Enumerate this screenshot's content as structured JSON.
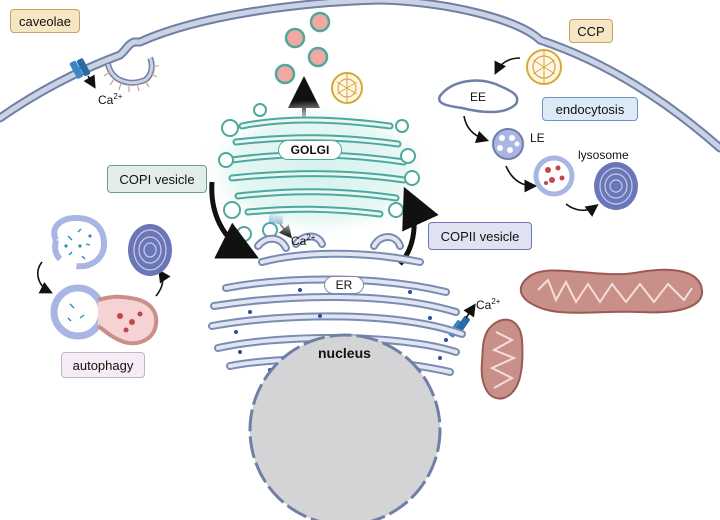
{
  "labels": {
    "caveolae": "caveolae",
    "ccp": "CCP",
    "endocytosis": "endocytosis",
    "ee": "EE",
    "le": "LE",
    "lysosome": "lysosome",
    "golgi": "GOLGI",
    "copi": "COPI vesicle",
    "copii": "COPII vesicle",
    "er": "ER",
    "nucleus": "nucleus",
    "autophagy": "autophagy",
    "ca_base": "Ca",
    "ca_sup": "2+"
  },
  "colors": {
    "membrane_fill": "#c9d3e4",
    "membrane_stroke": "#6f7fa6",
    "golgi_glow": "#d8f3ef",
    "golgi_stroke": "#4fa89d",
    "er_fill": "#dfe5f1",
    "nucleus": "#d4d4d6",
    "caveolae_tag": "#f6e6c4",
    "caveolae_border": "#c8a163",
    "ccp_tag": "#f6e6c4",
    "endocytosis_tag": "#dceaf7",
    "endocytosis_border": "#6c94c4",
    "copi_tag": "#e2ece9",
    "copi_border": "#6f9c92",
    "copii_tag": "#dfe2f1",
    "copii_border": "#6f77b5",
    "autophagy_tag": "#f5ecf5",
    "autophagy_border": "#c7b1cf",
    "channel": "#3c86c8",
    "mitochondria": "#c98f89",
    "lysosome_red": "#c0474a",
    "vesicle_pink": "#f2a7a2",
    "clathrin": "#e0b84f"
  },
  "icons": [
    "calcium-channel-icon",
    "clathrin-cage-icon",
    "mitochondrion-icon",
    "lysosome-icon",
    "autophagosome-icon"
  ]
}
